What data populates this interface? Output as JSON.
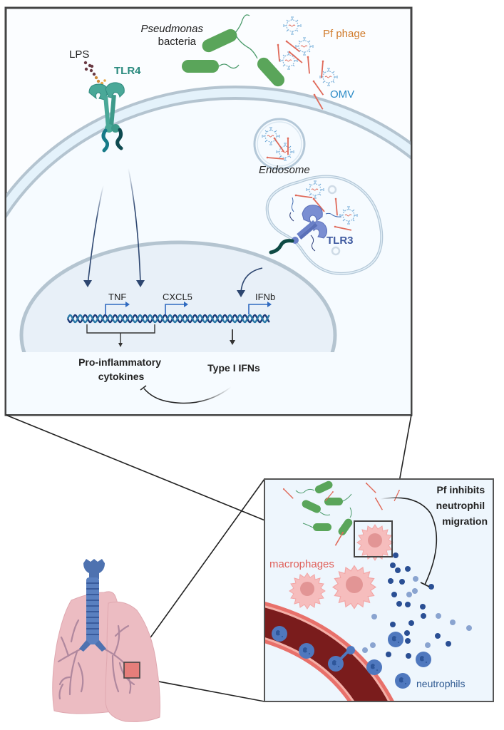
{
  "figure": {
    "top_panel": {
      "bacteria_label_italic": "Pseudmonas",
      "bacteria_label": "bacteria",
      "lps_label": "LPS",
      "tlr4_label": "TLR4",
      "phage_label": "Pf phage",
      "omv_label": "OMV",
      "endosome_label": "Endosome",
      "tlr3_label": "TLR3",
      "genes": [
        "TNF",
        "CXCL5",
        "IFNb"
      ],
      "output_left_line1": "Pro-inflammatory",
      "output_left_line2": "cytokines",
      "output_right": "Type I IFNs"
    },
    "tissue_panel": {
      "title_line1": "Pf inhibits",
      "title_line2": "neutrophil",
      "title_line3": "migration",
      "macrophages_label": "macrophages",
      "neutrophils_label": "neutrophils"
    },
    "colors": {
      "tlr4": "#2a8a7e",
      "tlr3": "#3f5aa0",
      "phage_text": "#d07a2a",
      "omv_text": "#2a8ac6",
      "macrophage_text": "#e0605a",
      "neutrophil_text": "#2f5a92",
      "bacteria": "#5aa55a",
      "phage_rod": "#e06a5a",
      "membrane": "#b4c4d0",
      "lung": "#e8b4ba",
      "trachea": "#4e72b0",
      "vessel": "#7a1c1c"
    }
  }
}
